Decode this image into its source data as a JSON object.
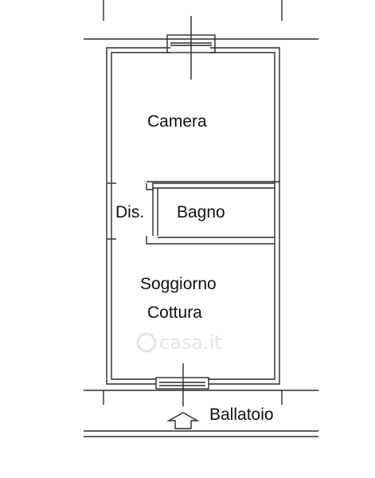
{
  "floor_plan": {
    "rooms": [
      {
        "id": "camera",
        "label": "Camera"
      },
      {
        "id": "dis",
        "label": "Dis."
      },
      {
        "id": "bagno",
        "label": "Bagno"
      },
      {
        "id": "soggiorno",
        "label": "Soggiorno"
      },
      {
        "id": "cottura",
        "label": "Cottura"
      }
    ],
    "exterior_label": "Ballatoio",
    "watermark": "casa.it",
    "colors": {
      "walls": "#2a2a2a",
      "background": "#ffffff",
      "watermark": "#e3e3e3"
    }
  }
}
